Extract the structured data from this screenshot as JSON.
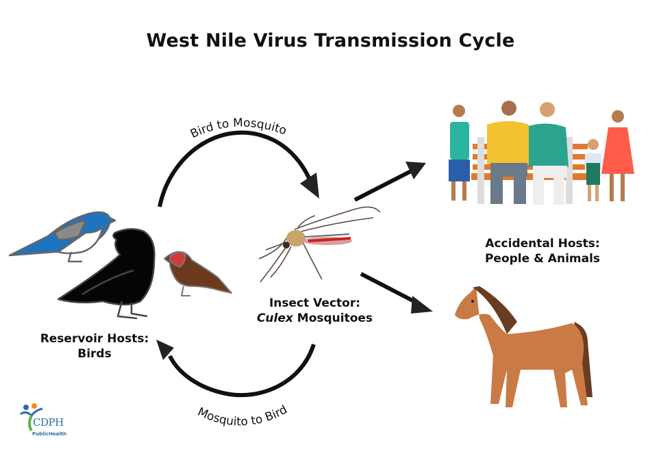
{
  "title": "West Nile Virus Transmission Cycle",
  "arrows": {
    "bird_to_mosquito": "Bird to Mosquito",
    "mosquito_to_bird": "Mosquito to Bird"
  },
  "nodes": {
    "reservoir": {
      "line1": "Reservoir Hosts:",
      "line2": "Birds"
    },
    "vector": {
      "line1": "Insect Vector:",
      "line2_italic": "Culex",
      "line2_rest": " Mosquitoes"
    },
    "accidental": {
      "line1": "Accidental Hosts:",
      "line2": "People & Animals"
    }
  },
  "logo": {
    "name": "CDPH",
    "sub": "PublicHealth"
  },
  "colors": {
    "arrow": "#111111",
    "bluebird": "#1f74c0",
    "crow": "#050505",
    "finch": "#6b3a1c",
    "finch_head": "#d23a3a",
    "horse": "#c97a45",
    "horse_mane": "#6a3d23",
    "bench": "#e07a2e",
    "logo_blue": "#2a6fa8",
    "logo_orange": "#f08a24",
    "logo_green": "#5cb245"
  }
}
